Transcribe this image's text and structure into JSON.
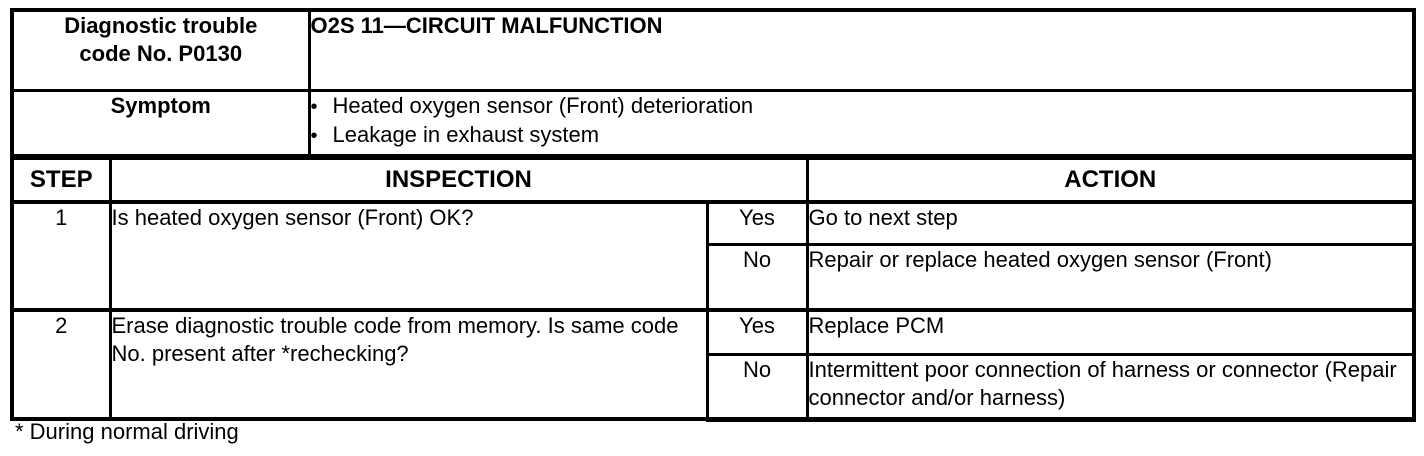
{
  "table": {
    "code_cell": "Diagnostic trouble\ncode No. P0130",
    "malfunction_title": "O2S 11—CIRCUIT MALFUNCTION",
    "symptom_label": "Symptom",
    "bullet_char": "•",
    "symptoms": [
      "Heated oxygen sensor (Front) deterioration",
      "Leakage in exhaust system"
    ],
    "columns": {
      "step": "STEP",
      "inspection": "INSPECTION",
      "action": "ACTION"
    },
    "steps": [
      {
        "number": "1",
        "inspection": "Is heated oxygen sensor (Front) OK?",
        "outcomes": [
          {
            "answer": "Yes",
            "action": "Go to next step"
          },
          {
            "answer": "No",
            "action": "Repair or replace heated oxygen sensor (Front)"
          }
        ]
      },
      {
        "number": "2",
        "inspection": "Erase diagnostic trouble code from memory. Is same code No. present after *rechecking?",
        "outcomes": [
          {
            "answer": "Yes",
            "action": "Replace PCM"
          },
          {
            "answer": "No",
            "action": "Intermittent poor connection of harness or connector (Repair connector and/or harness)"
          }
        ]
      }
    ],
    "footnote": "* During normal driving"
  },
  "colors": {
    "ink": "#000000",
    "paper": "#ffffff"
  }
}
